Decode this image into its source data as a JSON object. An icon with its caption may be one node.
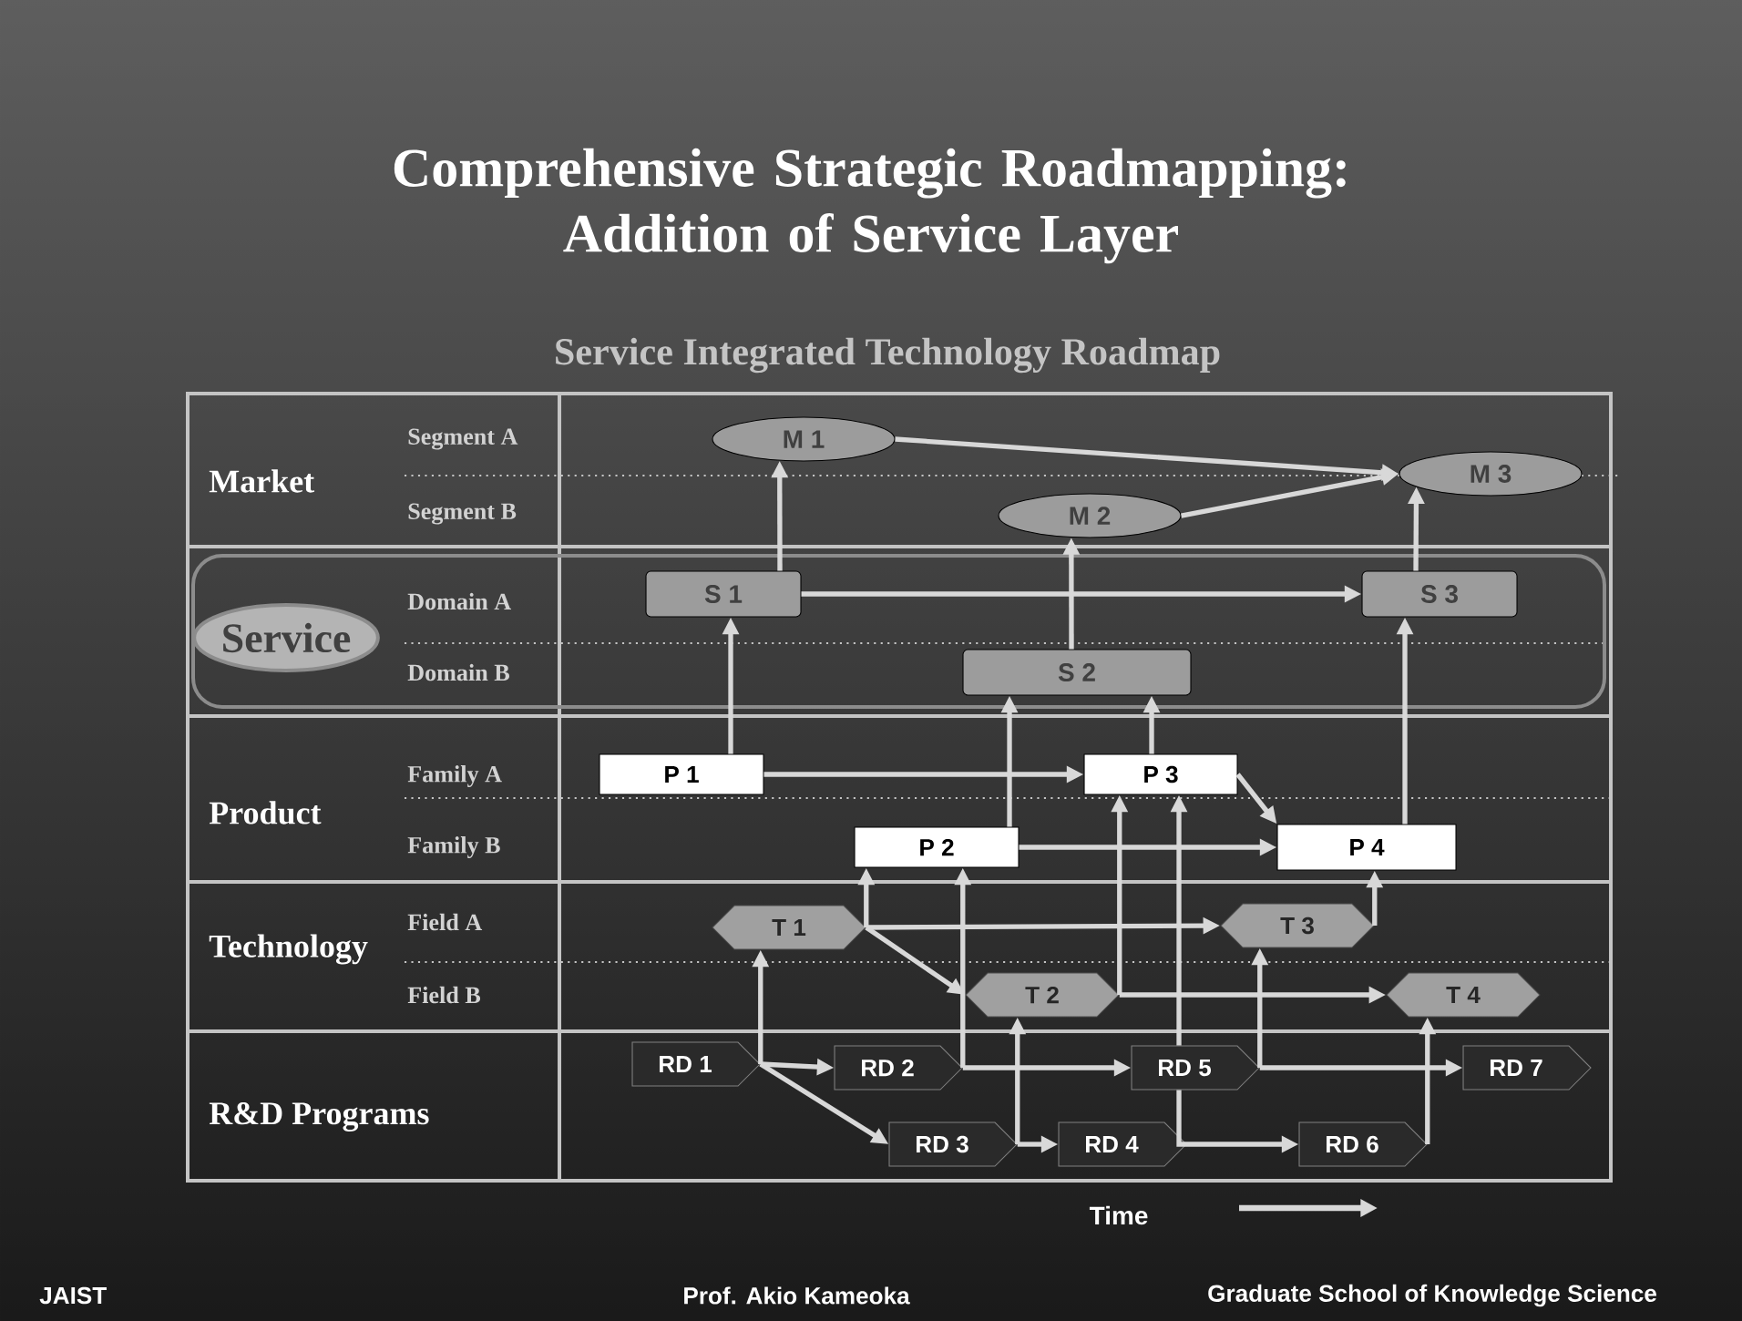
{
  "diagram": {
    "title": "Comprehensive Strategic Roadmapping: Addition of Service Layer",
    "nodes": [
      {
        "text": [
          "M 1"
        ]
      },
      {
        "text": [
          "M 2"
        ]
      },
      {
        "text": [
          "M 3"
        ]
      },
      {
        "text": [],
        "shape": "box"
      },
      {
        "text": [
          "Service"
        ],
        "in": 3
      },
      {
        "text": [
          "S 1"
        ],
        "in": 3
      },
      {
        "text": [
          "S 2"
        ],
        "in": 3
      },
      {
        "text": [
          "S 3"
        ],
        "in": 3
      },
      {
        "text": [
          "P 1"
        ]
      },
      {
        "text": [
          "P 2"
        ]
      },
      {
        "text": [
          "P 3"
        ]
      },
      {
        "text": [
          "P 4"
        ]
      },
      {
        "text": [
          "T 1"
        ]
      },
      {
        "text": [
          "T 2"
        ]
      },
      {
        "text": [
          "T 3"
        ]
      },
      {
        "text": [
          "T 4"
        ]
      },
      {
        "text": [
          "RD 1"
        ]
      },
      {
        "text": [
          "RD 2"
        ]
      },
      {
        "text": [
          "RD 3"
        ]
      },
      {
        "text": [
          "RD 4"
        ]
      },
      {
        "text": [
          "RD 5"
        ]
      },
      {
        "text": [
          "RD 6"
        ]
      },
      {
        "text": [
          "RD 7"
        ]
      }
    ],
    "edges": [
      {
        "from": 5,
        "to": 0,
        "arrow": "to"
      },
      {
        "from": 0,
        "to": 2,
        "arrow": "to"
      },
      {
        "from": 1,
        "to": 2,
        "arrow": "to"
      },
      {
        "from": 6,
        "to": 1,
        "arrow": "to"
      },
      {
        "from": 5,
        "to": 7,
        "arrow": "to"
      },
      {
        "from": 7,
        "to": 2,
        "arrow": "to"
      },
      {
        "from": 8,
        "to": 5,
        "arrow": "to"
      },
      {
        "from": 9,
        "to": 6,
        "arrow": "to"
      },
      {
        "from": 10,
        "to": 6,
        "arrow": "to"
      },
      {
        "from": 11,
        "to": 7,
        "arrow": "to"
      },
      {
        "from": 8,
        "to": 10,
        "arrow": "to"
      },
      {
        "from": 10,
        "to": 11,
        "arrow": "to"
      },
      {
        "from": 9,
        "to": 11,
        "arrow": "to"
      },
      {
        "from": 12,
        "to": 9,
        "arrow": "to"
      },
      {
        "from": 12,
        "to": 14,
        "arrow": "to"
      },
      {
        "from": 12,
        "to": 13,
        "arrow": "to"
      },
      {
        "from": 16,
        "to": 12,
        "arrow": "to"
      },
      {
        "from": 16,
        "to": 17,
        "arrow": "to"
      },
      {
        "from": 16,
        "to": 18,
        "arrow": "to"
      },
      {
        "from": 17,
        "to": 9,
        "arrow": "to"
      },
      {
        "from": 17,
        "to": 20,
        "arrow": "to"
      },
      {
        "from": 18,
        "to": 19,
        "arrow": "to"
      },
      {
        "from": 18,
        "to": 13,
        "arrow": "to"
      },
      {
        "from": 20,
        "to": 10,
        "arrow": "to"
      },
      {
        "from": 20,
        "to": 21,
        "arrow": "to"
      },
      {
        "from": 13,
        "to": 10,
        "arrow": "to"
      },
      {
        "from": 13,
        "to": 15,
        "arrow": "to"
      },
      {
        "from": 20,
        "to": 14,
        "arrow": "to"
      },
      {
        "from": 20,
        "to": 22,
        "arrow": "to"
      },
      {
        "from": 21,
        "to": 15,
        "arrow": "to"
      },
      {
        "from": 14,
        "to": 11,
        "arrow": "to"
      }
    ],
    "labels": [
      "Service Integrated Technology Roadmap",
      "Segment A",
      "Market",
      "Segment B",
      "Domain A",
      "Domain B",
      "Family A",
      "Product",
      "Family B",
      "Field A",
      "Technology",
      "Field B",
      "R&D Programs",
      "Time",
      "JAIST",
      "Prof. Akio Kameoka",
      "Graduate School of Knowledge Science"
    ]
  }
}
